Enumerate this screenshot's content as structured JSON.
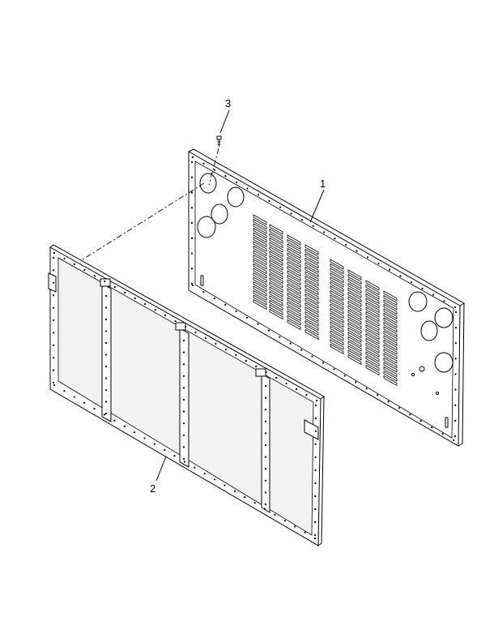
{
  "callouts": [
    {
      "id": "1",
      "label": "1"
    },
    {
      "id": "2",
      "label": "2"
    },
    {
      "id": "3",
      "label": "3"
    }
  ],
  "colors": {
    "line": "#000000",
    "background": "#ffffff",
    "screen": "#f2f2f2"
  }
}
